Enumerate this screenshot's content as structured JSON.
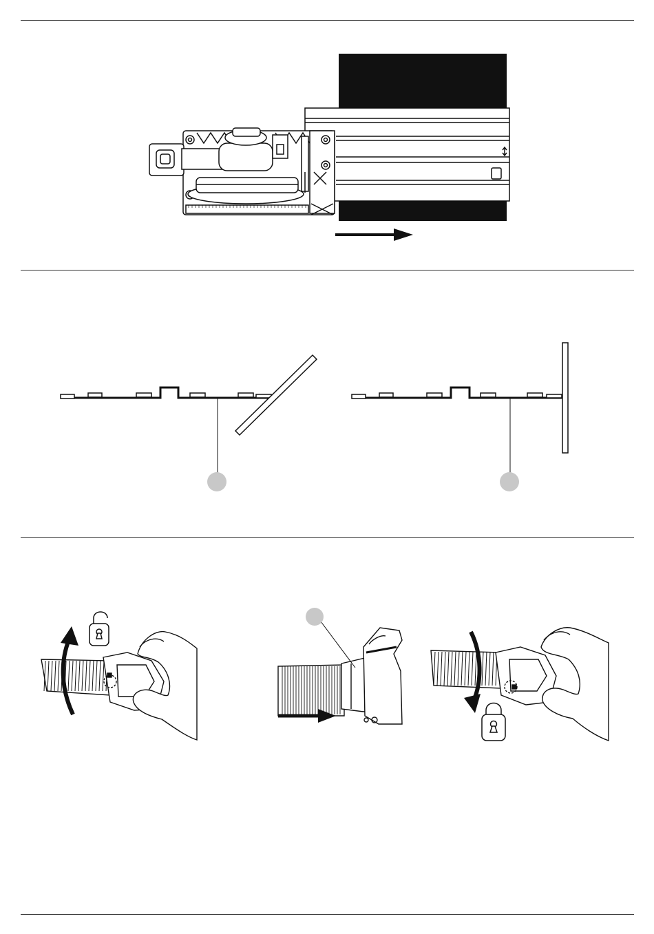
{
  "page": {
    "background": "#ffffff",
    "ink": "#1a1a1a",
    "callout_fill": "#c8c8c8"
  },
  "figures": [
    {
      "id": "rail-guide-top-view",
      "icons": [
        "sander-icon",
        "guide-rail-icon",
        "direction-arrow-icon"
      ]
    },
    {
      "id": "rail-angle-views",
      "callouts": [
        "callout-marker-1",
        "callout-marker-2"
      ]
    },
    {
      "id": "hose-connection-steps",
      "icons": [
        "unlock-icon",
        "rotate-arrow-icon",
        "push-arrow-icon",
        "lock-icon"
      ],
      "callouts": [
        "callout-marker-3"
      ]
    }
  ]
}
